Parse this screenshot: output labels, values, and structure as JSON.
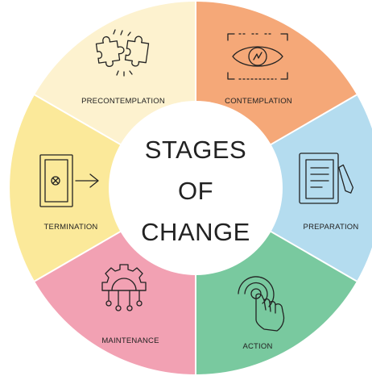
{
  "title": {
    "line1": "STAGES",
    "line2": "OF",
    "line3": "CHANGE"
  },
  "stages": [
    {
      "label": "PRECONTEMPLATION",
      "color": "#fdf2cf",
      "icon": "puzzle-pieces-icon"
    },
    {
      "label": "CONTEMPLATION",
      "color": "#f5a878",
      "icon": "eye-icon"
    },
    {
      "label": "PREPARATION",
      "color": "#b4dcef",
      "icon": "checklist-pencil-icon"
    },
    {
      "label": "ACTION",
      "color": "#79c99f",
      "icon": "hand-tap-icon"
    },
    {
      "label": "MAINTENANCE",
      "color": "#f2a1b3",
      "icon": "gear-network-icon"
    },
    {
      "label": "TERMINATION",
      "color": "#fbe99a",
      "icon": "exit-door-icon"
    }
  ]
}
